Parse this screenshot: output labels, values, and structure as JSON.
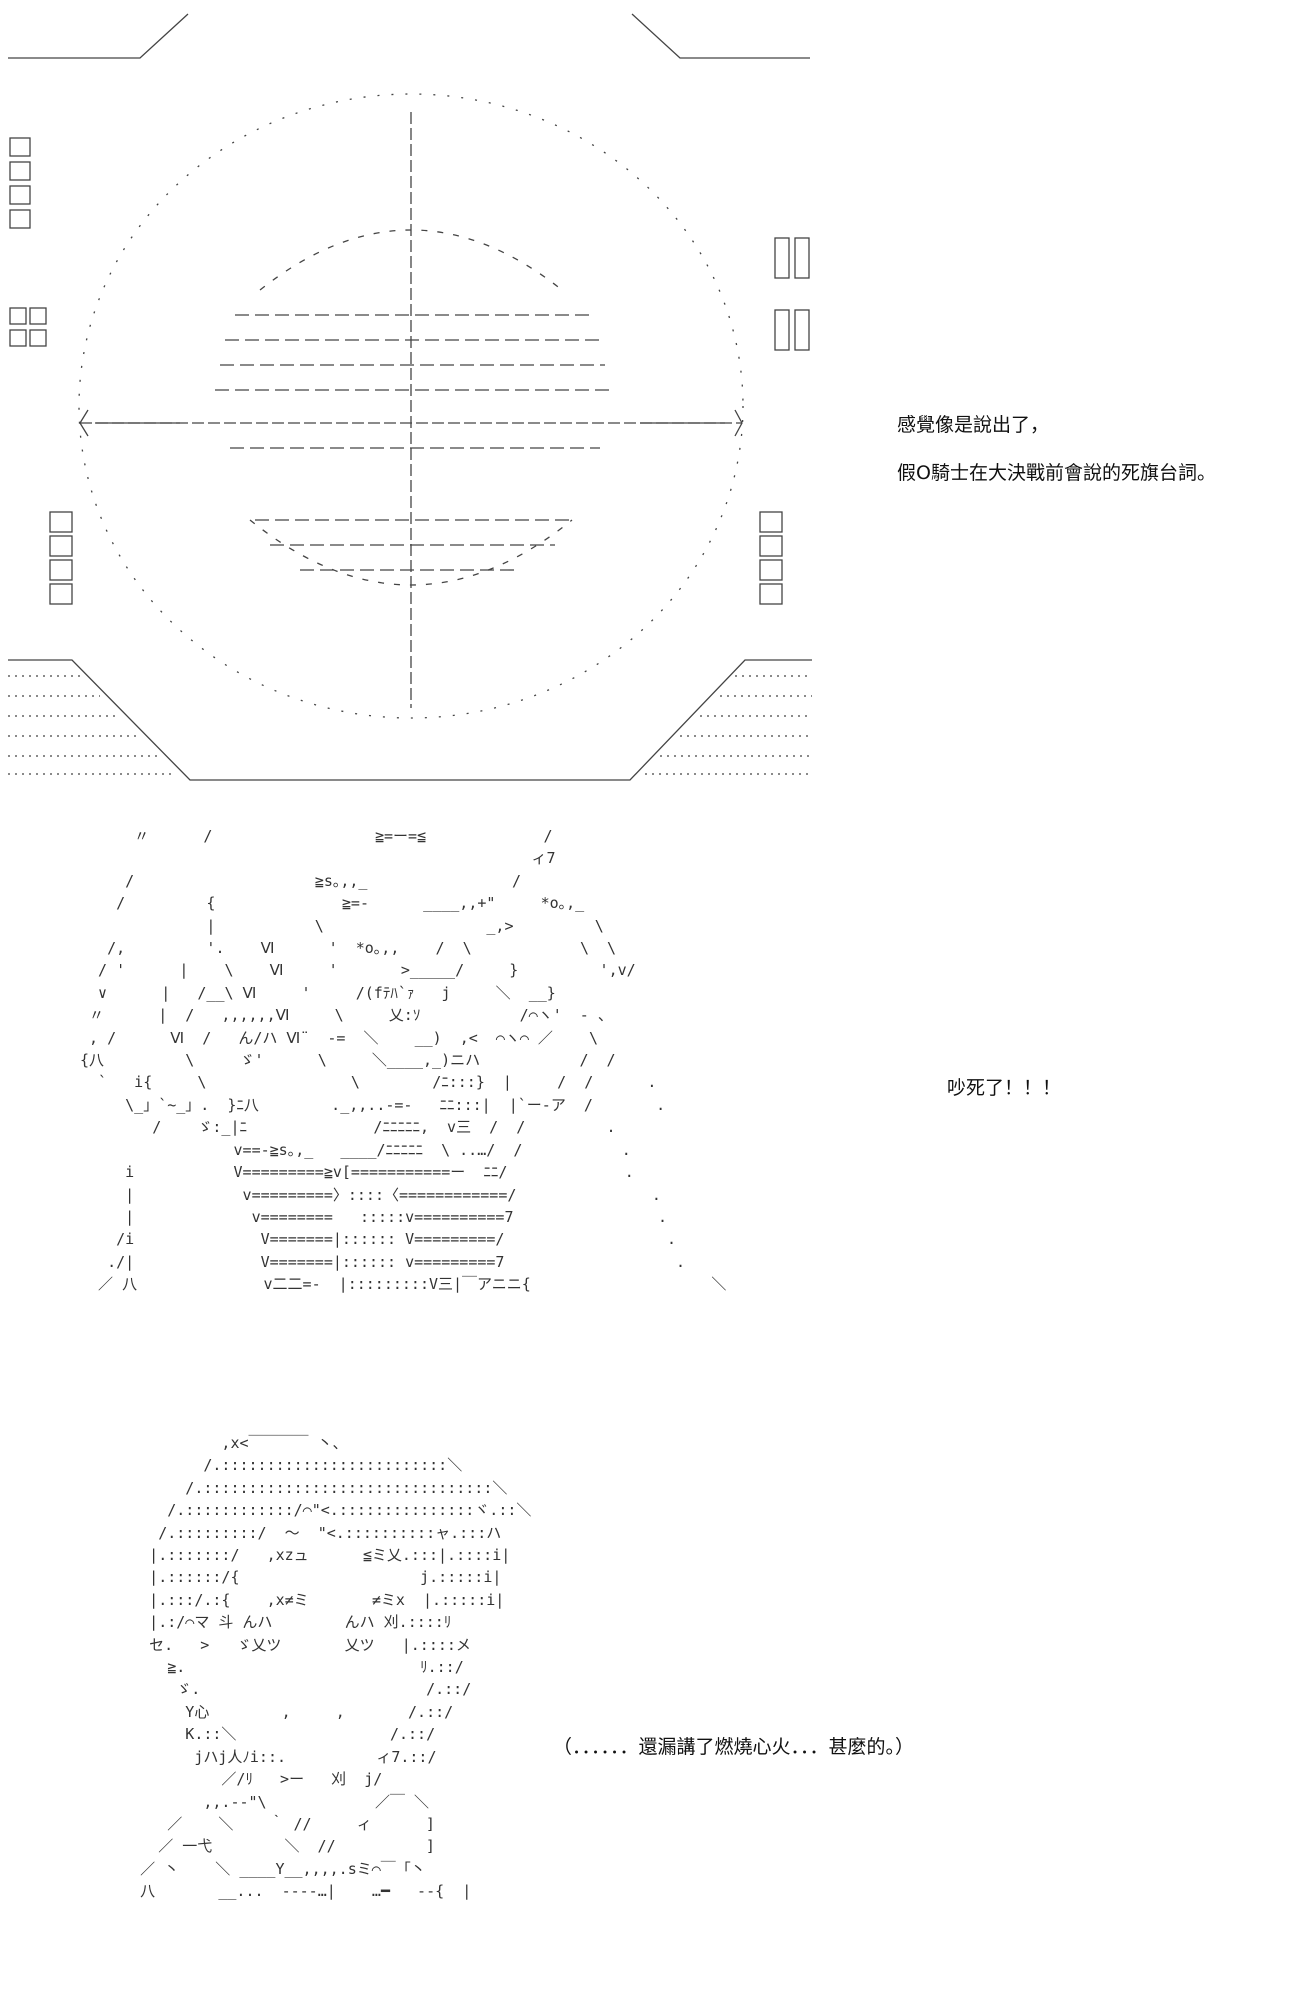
{
  "dialogue": {
    "panel1_line1": "感覺像是說出了，",
    "panel1_line2": "假O騎士在大決戰前會說的死旗台詞。",
    "panel2": "吵死了！！！",
    "panel3": "（．．．．．．還漏講了燃燒心火．．．甚麼的。）"
  },
  "art2": [
    "      〃      /                  ≧=ー=≦             /",
    "                                                  ィ7",
    "     /                    ≧s｡,,_                /",
    "    /         {              ≧=-      ____,,+\"     *o｡,_",
    "              |           \\                  _,>         \\",
    "   /,         '.    Ⅵ      '  *o｡,,    /  \\            \\  \\",
    "  / '      |    \\    Ⅵ     '       >_____/     }         ',v/",
    "  ∨      |   /__\\ Ⅵ     '     /(fﾃﾊ`ｧ   j     ＼  __}",
    " 〃      |  /   ,,,,,,Ⅵ     \\     乂:ｿ           /⌒ヽ'  - 、",
    " , /      Ⅵ  /   ん/ハ Ⅵ¨  -=  ＼    __)  ,<  ⌒ヽ⌒ ／    \\",
    "{八         \\     ゞ'      \\     ＼____,_)ニハ           /  /",
    "  `   i{     \\                \\        /ﾆ:::}  |     /  /      .",
    "     \\_」`~_」.  }ﾆ八        ._,,..-=-   ﾆﾆ:::|  |`ー-ア  /       .",
    "        /    ゞ:_|ﾆ              /ﾆﾆﾆﾆﾆ,  v三  /  /         .",
    "                 v==-≧s｡,_   ____/ﾆﾆﾆﾆﾆ  \\ ..…/  /           .",
    "     i           V=========≧v[===========ー  ﾆﾆ/             .",
    "     |            v=========〉::::〈============/               .",
    "     |             v========   :::::v==========7                .",
    "    /i              V=======|:::::: V=========/                  .",
    "   ./|              V=======|:::::: v=========7                   .",
    "  ／ 八              v二二=-  |:::::::::V三|￣アニニ{                    ＼"
  ],
  "art3": [
    "              ,x<￣￣￣￣ 丶、",
    "            /.:::::::::::::::::::::::::＼",
    "          /.::::::::::::::::::::::::::::::::＼",
    "        /.::::::::::::/⌒\"<.:::::::::::::::ヾ.::＼",
    "       /.:::::::::/  ～  \"<.::::::::::ャ.:::ハ",
    "      |.:::::::/   ,xzュ      ≦ミ乂.:::|.::::i|",
    "      |.::::::/{                    j.:::::i|",
    "      |.:::/.:{    ,x≠ミ       ≠ミx  |.:::::i|",
    "      |.:/⌒マ 斗 んハ        んハ 刈.::::ﾘ",
    "      セ.   >   ゞ乂ツ       乂ツ   |.::::メ",
    "        ≧.                          ﾘ.::/",
    "         ゞ.                         /.::/",
    "          Y心        ,     ,       /.::/",
    "          K.::＼                 /.::/",
    "           jハj人ﾉi::.          ィ7.::/",
    "              ／/ﾘ   >ー   刈  j/",
    "            ,,.--\"\\            ／￣ ＼",
    "        ／    ＼    ｀ //     ィ      ]",
    "       ／ 一弋        ＼  //          ]",
    "     ／ 丶    ＼ ____Y__,,,,.sミ⌒￣「丶",
    "     八       __...  ----…|    …━   --{  |"
  ],
  "colors": {
    "ink": "#333333",
    "background": "#ffffff"
  }
}
